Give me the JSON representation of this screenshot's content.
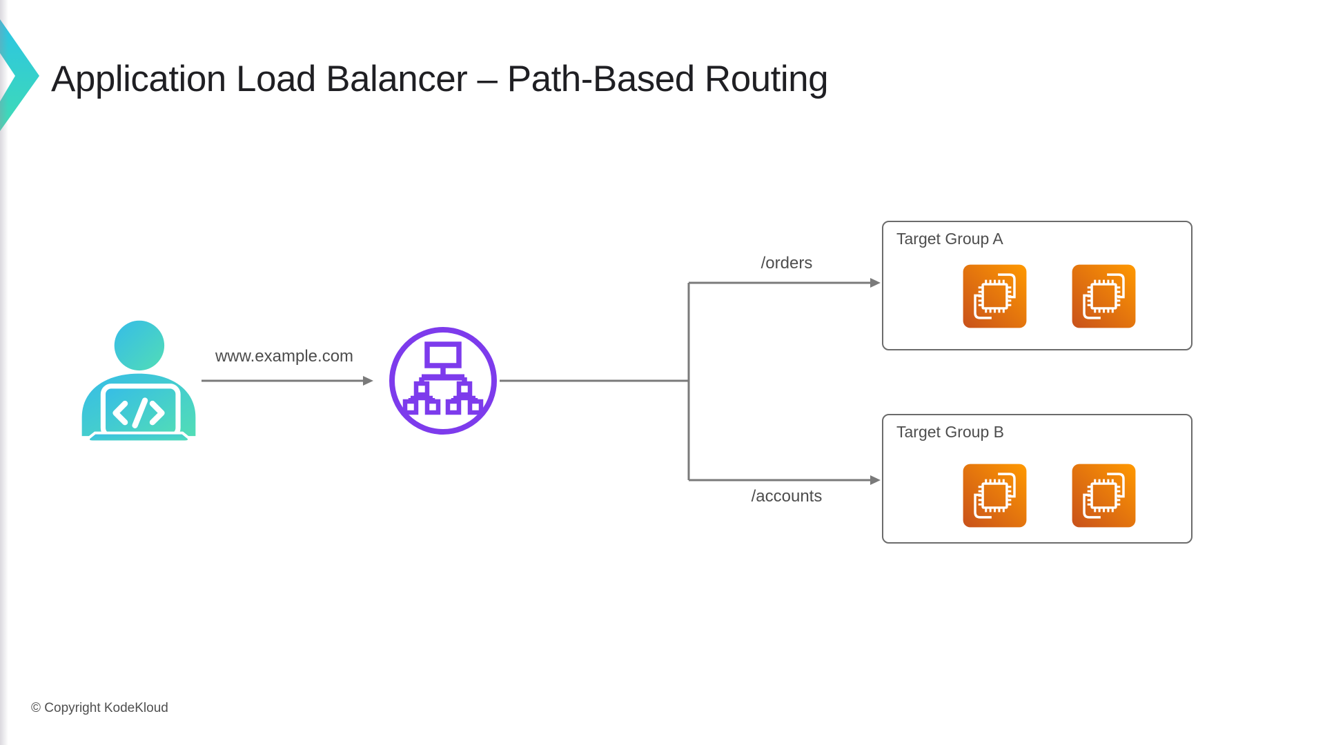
{
  "slide": {
    "title": "Application Load Balancer – Path-Based Routing",
    "footer": "© Copyright KodeKloud"
  },
  "diagram": {
    "request_label": "www.example.com",
    "routes": [
      {
        "path": "/orders",
        "target_group": "Target Group A"
      },
      {
        "path": "/accounts",
        "target_group": "Target Group B"
      }
    ],
    "target_groups": [
      {
        "label": "Target Group A",
        "instance_count": 2
      },
      {
        "label": "Target Group B",
        "instance_count": 2
      }
    ],
    "icons": {
      "brand": "kodekloud-chevron-logo",
      "client": "developer-at-laptop-icon",
      "load_balancer": "network-tree-circle-icon",
      "instance": "aws-ec2-instance-icon"
    }
  },
  "colors": {
    "title_text": "#1F1F23",
    "label_text": "#4D4D4D",
    "connector_gray": "#7A7A7A",
    "box_border_gray": "#6B6B6B",
    "teal_gradient_start": "#2BC4E4",
    "teal_gradient_end": "#45DDB4",
    "load_balancer_purple": "#7D3BEC",
    "ec2_orange_start": "#C8511B",
    "ec2_orange_end": "#FF9900"
  }
}
